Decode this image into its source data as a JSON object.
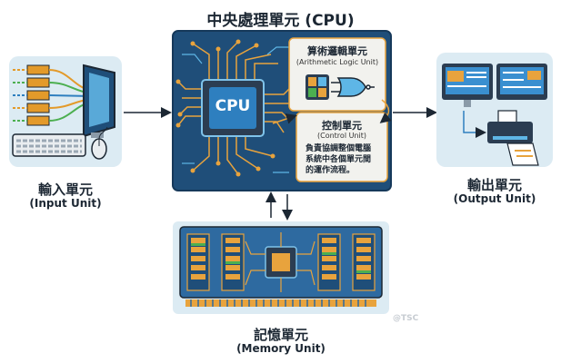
{
  "title": "中央處理單元 (CPU)",
  "cpu_chip_label": "CPU",
  "alu": {
    "name": "算術邏輯單元",
    "english": "(Arithmetic Logic Unit)"
  },
  "control": {
    "name": "控制單元",
    "english": "(Control Unit)",
    "description_lines": [
      "負責協調整個電腦",
      "系統中各個單元間",
      "的運作流程。"
    ]
  },
  "input": {
    "name": "輸入單元",
    "english": "(Input Unit)"
  },
  "output": {
    "name": "輸出單元",
    "english": "(Output Unit)"
  },
  "memory": {
    "name": "記憶單元",
    "english": "(Memory Unit)"
  },
  "watermark": "@TSC",
  "colors": {
    "board": "#1f4e79",
    "trace": "#e8a33d",
    "chip": "#2e7fbf",
    "panel": "#f2f2ee",
    "memory_board": "#2e6aa0",
    "bg_box": "#dcebf3"
  }
}
